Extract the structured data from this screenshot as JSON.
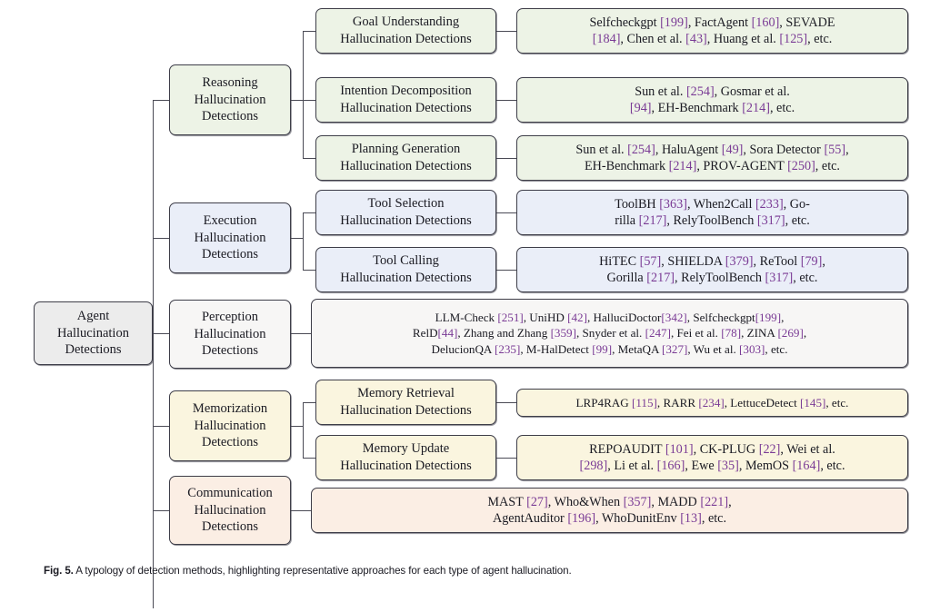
{
  "figure": {
    "caption_label": "Fig. 5.",
    "caption_text": "A typology of detection methods, highlighting representative approaches for each type of agent hallucination."
  },
  "colors": {
    "citation": "#7a3b95",
    "root_fill": "#ececec",
    "reasoning_fill": "#edf3e6",
    "execution_fill": "#eaeef8",
    "perception_fill": "#f7f6f5",
    "memorization_fill": "#faf5df",
    "communication_fill": "#fbeee4",
    "border": "#3d3d48"
  },
  "root": {
    "line1": "Agent",
    "line2": "Hallucination",
    "line3": "Detections"
  },
  "categories": [
    {
      "id": "reasoning",
      "line1": "Reasoning",
      "line2": "Hallucination",
      "line3": "Detections",
      "subcategories": [
        {
          "id": "goal-understanding",
          "line1": "Goal Understanding",
          "line2": "Hallucination Detections",
          "methods_line1": "Selfcheckgpt [199], FactAgent [160], SEVADE",
          "methods_line2": "[184], Chen et al. [43], Huang et al. [125], etc."
        },
        {
          "id": "intention-decomposition",
          "line1": "Intention Decomposition",
          "line2": "Hallucination Detections",
          "methods_line1": "Sun et al. [254], Gosmar et al.",
          "methods_line2": "[94], EH-Benchmark [214], etc."
        },
        {
          "id": "planning-generation",
          "line1": "Planning Generation",
          "line2": "Hallucination Detections",
          "methods_line1": "Sun et al. [254], HaluAgent [49], Sora Detector [55],",
          "methods_line2": "EH-Benchmark [214], PROV-AGENT [250], etc."
        }
      ]
    },
    {
      "id": "execution",
      "line1": "Execution",
      "line2": "Hallucination",
      "line3": "Detections",
      "subcategories": [
        {
          "id": "tool-selection",
          "line1": "Tool Selection",
          "line2": "Hallucination Detections",
          "methods_line1": "ToolBH [363], When2Call [233], Go-",
          "methods_line2": "rilla [217], RelyToolBench [317], etc."
        },
        {
          "id": "tool-calling",
          "line1": "Tool Calling",
          "line2": "Hallucination Detections",
          "methods_line1": "HiTEC [57], SHIELDA [379], ReTool [79],",
          "methods_line2": "Gorilla [217], RelyToolBench [317], etc."
        }
      ]
    },
    {
      "id": "perception",
      "line1": "Perception",
      "line2": "Hallucination",
      "line3": "Detections",
      "methods_line1": "LLM-Check [251], UniHD [42], HalluciDoctor[342], Selfcheckgpt[199],",
      "methods_line2": "RelD[44], Zhang and Zhang [359], Snyder et al. [247], Fei et al. [78], ZINA [269],",
      "methods_line3": "DelucionQA [235], M-HalDetect [99], MetaQA [327], Wu et al. [303], etc."
    },
    {
      "id": "memorization",
      "line1": "Memorization",
      "line2": "Hallucination",
      "line3": "Detections",
      "subcategories": [
        {
          "id": "memory-retrieval",
          "line1": "Memory Retrieval",
          "line2": "Hallucination Detections",
          "methods_line1": "LRP4RAG [115], RARR [234], LettuceDetect [145], etc.",
          "methods_line2": ""
        },
        {
          "id": "memory-update",
          "line1": "Memory Update",
          "line2": "Hallucination Detections",
          "methods_line1": "REPOAUDIT [101], CK-PLUG [22], Wei et al.",
          "methods_line2": "[298], Li et al. [166], Ewe [35], MemOS [164], etc."
        }
      ]
    },
    {
      "id": "communication",
      "line1": "Communication",
      "line2": "Hallucination",
      "line3": "Detections",
      "methods_line1": "MAST [27], Who&When [357], MADD [221],",
      "methods_line2": "AgentAuditor [196], WhoDunitEnv [13], etc."
    }
  ],
  "chart_data": {
    "type": "diagram",
    "title": "A typology of detection methods",
    "root": "Agent Hallucination Detections",
    "tree": [
      {
        "name": "Reasoning Hallucination Detections",
        "children": [
          {
            "name": "Goal Understanding Hallucination Detections",
            "methods": [
              "Selfcheckgpt [199]",
              "FactAgent [160]",
              "SEVADE [184]",
              "Chen et al. [43]",
              "Huang et al. [125]",
              "etc."
            ]
          },
          {
            "name": "Intention Decomposition Hallucination Detections",
            "methods": [
              "Sun et al. [254]",
              "Gosmar et al. [94]",
              "EH-Benchmark [214]",
              "etc."
            ]
          },
          {
            "name": "Planning Generation Hallucination Detections",
            "methods": [
              "Sun et al. [254]",
              "HaluAgent [49]",
              "Sora Detector [55]",
              "EH-Benchmark [214]",
              "PROV-AGENT [250]",
              "etc."
            ]
          }
        ]
      },
      {
        "name": "Execution Hallucination Detections",
        "children": [
          {
            "name": "Tool Selection Hallucination Detections",
            "methods": [
              "ToolBH [363]",
              "When2Call [233]",
              "Gorilla [217]",
              "RelyToolBench [317]",
              "etc."
            ]
          },
          {
            "name": "Tool Calling Hallucination Detections",
            "methods": [
              "HiTEC [57]",
              "SHIELDA [379]",
              "ReTool [79]",
              "Gorilla [217]",
              "RelyToolBench [317]",
              "etc."
            ]
          }
        ]
      },
      {
        "name": "Perception Hallucination Detections",
        "methods": [
          "LLM-Check [251]",
          "UniHD [42]",
          "HalluciDoctor[342]",
          "Selfcheckgpt[199]",
          "RelD[44]",
          "Zhang and Zhang [359]",
          "Snyder et al. [247]",
          "Fei et al. [78]",
          "ZINA [269]",
          "DelucionQA [235]",
          "M-HalDetect [99]",
          "MetaQA [327]",
          "Wu et al. [303]",
          "etc."
        ]
      },
      {
        "name": "Memorization Hallucination Detections",
        "children": [
          {
            "name": "Memory Retrieval Hallucination Detections",
            "methods": [
              "LRP4RAG [115]",
              "RARR [234]",
              "LettuceDetect [145]",
              "etc."
            ]
          },
          {
            "name": "Memory Update Hallucination Detections",
            "methods": [
              "REPOAUDIT [101]",
              "CK-PLUG [22]",
              "Wei et al. [298]",
              "Li et al. [166]",
              "Ewe [35]",
              "MemOS [164]",
              "etc."
            ]
          }
        ]
      },
      {
        "name": "Communication Hallucination Detections",
        "methods": [
          "MAST [27]",
          "Who&When [357]",
          "MADD [221]",
          "AgentAuditor [196]",
          "WhoDunitEnv [13]",
          "etc."
        ]
      }
    ]
  }
}
